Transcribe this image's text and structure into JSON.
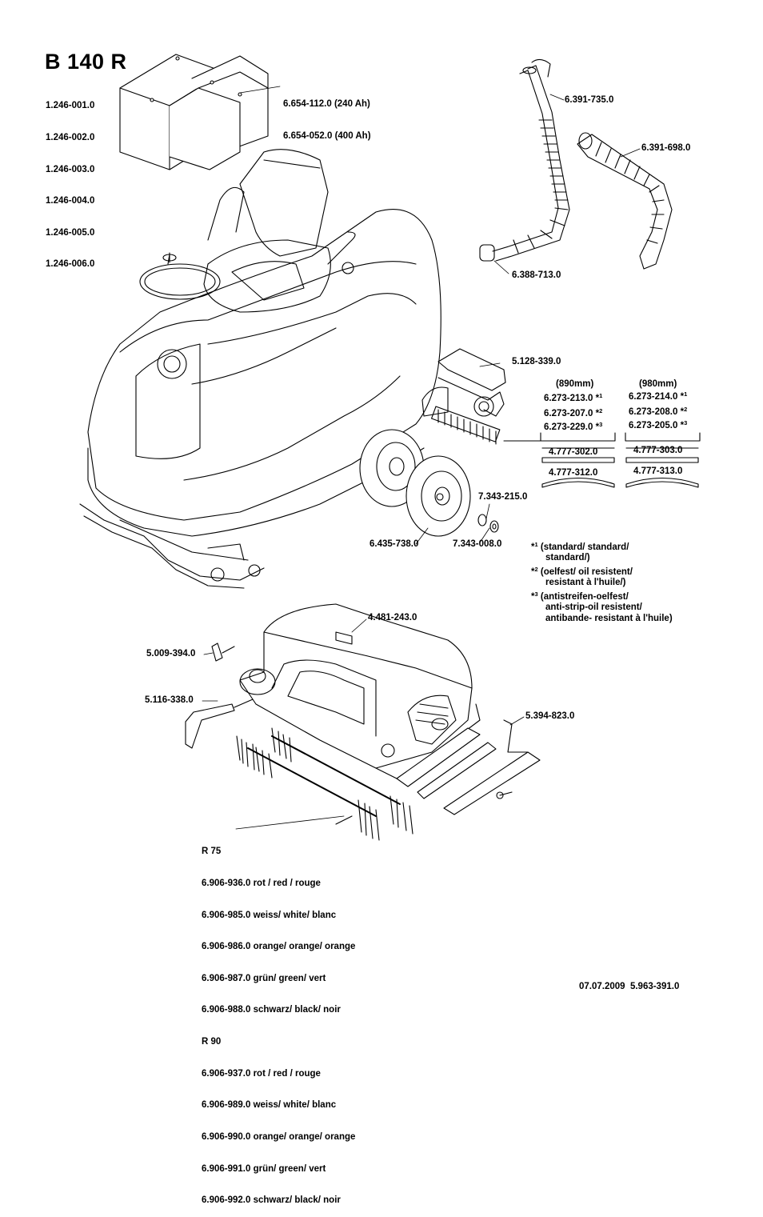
{
  "title": "B 140 R",
  "model_numbers": [
    "1.246-001.0",
    "1.246-002.0",
    "1.246-003.0",
    "1.246-004.0",
    "1.246-005.0",
    "1.246-006.0"
  ],
  "batteries": [
    "6.654-112.0 (240 Ah)",
    "6.654-052.0 (400 Ah)"
  ],
  "hoses": {
    "suction_hose": "6.391-735.0",
    "drain_hose": "6.391-698.0",
    "hose_clamp": "6.388-713.0"
  },
  "squeegee": {
    "holder": "5.128-339.0",
    "col_890": {
      "header": "(890mm)",
      "parts": [
        {
          "code": "6.273-213.0",
          "mark": "*",
          "sup": "1"
        },
        {
          "code": "6.273-207.0",
          "mark": "*",
          "sup": "2"
        },
        {
          "code": "6.273-229.0",
          "mark": "*",
          "sup": "3"
        }
      ],
      "lip_a": "4.777-302.0",
      "lip_b": "4.777-312.0"
    },
    "col_980": {
      "header": "(980mm)",
      "parts": [
        {
          "code": "6.273-214.0",
          "mark": "*",
          "sup": "1"
        },
        {
          "code": "6.273-208.0",
          "mark": "*",
          "sup": "2"
        },
        {
          "code": "6.273-205.0",
          "mark": "*",
          "sup": "3"
        }
      ],
      "lip_a": "4.777-303.0",
      "lip_b": "4.777-313.0"
    }
  },
  "wheels": {
    "wheel": "6.435-738.0",
    "washer": "7.343-215.0",
    "ring": "7.343-008.0"
  },
  "footnotes": [
    {
      "mark": "*",
      "sup": "1",
      "lines": [
        "(standard/ standard/",
        "standard/)"
      ]
    },
    {
      "mark": "*",
      "sup": "2",
      "lines": [
        "(oelfest/ oil resistent/",
        "resistant à l'huile/)"
      ]
    },
    {
      "mark": "*",
      "sup": "3",
      "lines": [
        "(antistreifen-oelfest/",
        "anti-strip-oil resistent/",
        "antibande- resistant à l'huile)"
      ]
    }
  ],
  "brush_head": {
    "housing": "4.481-243.0",
    "bracket": "5.009-394.0",
    "lever": "5.116-338.0",
    "skirt": "5.394-823.0"
  },
  "brushes": {
    "r75_label": "R 75",
    "r75": [
      "6.906-936.0 rot / red / rouge",
      "6.906-985.0 weiss/ white/ blanc",
      "6.906-986.0 orange/ orange/ orange",
      "6.906-987.0 grün/ green/ vert",
      "6.906-988.0 schwarz/ black/ noir"
    ],
    "r90_label": "R 90",
    "r90": [
      "6.906-937.0 rot / red / rouge",
      "6.906-989.0 weiss/ white/ blanc",
      "6.906-990.0 orange/ orange/ orange",
      "6.906-991.0 grün/ green/ vert",
      "6.906-992.0 schwarz/ black/ noir"
    ]
  },
  "footer": {
    "date": "07.07.2009",
    "doc_number": "5.963-391.0"
  }
}
